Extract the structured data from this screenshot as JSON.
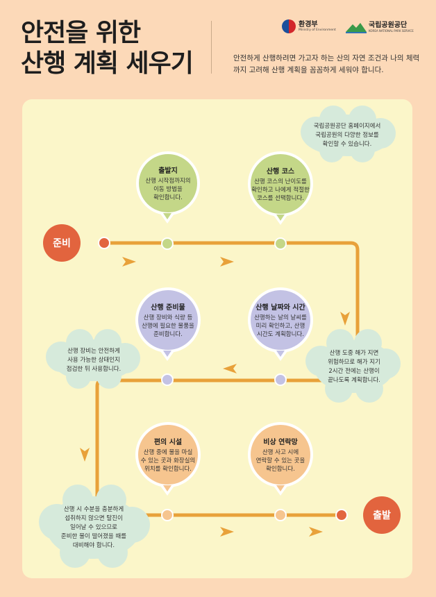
{
  "header": {
    "title_line1": "안전을 위한",
    "title_line2": "산행 계획 세우기",
    "description": "안전하게 산행하려면 가고자 하는 산의 자연 조건과 나의 체력 까지 고려해 산행 계획을 꼼꼼하게 세워야 합니다.",
    "logo_moe_name": "환경부",
    "logo_moe_sub": "Ministry of Environment",
    "logo_knps_name": "국립공원공단",
    "logo_knps_sub": "KOREA NATIONAL PARK SERVICE"
  },
  "start_label": "준비",
  "end_label": "출발",
  "steps": [
    {
      "title": "출발지",
      "body": "산행 시작점까지의\n이동 방법을\n확인합니다."
    },
    {
      "title": "산행 코스",
      "body": "산행 코스의 난이도를\n확인하고 나에게 적절한\n코스를 선택합니다."
    },
    {
      "title": "산행 날짜와 시간",
      "body": "산행하는 날의 날씨를\n미리 확인하고, 산행\n시간도 계획합니다."
    },
    {
      "title": "산행 준비물",
      "body": "산행 장비와 식량 등\n산행에 필요한 물품을\n준비합니다."
    },
    {
      "title": "편의 시설",
      "body": "산행 중에 물을 마실\n수 있는 곳과 화장실의\n위치를 확인합니다."
    },
    {
      "title": "비상 연락망",
      "body": "산행 사고 시에\n연락할 수 있는 곳을\n확인합니다."
    }
  ],
  "notes": [
    {
      "text": "국립공원공단 홈페이지에서\n국립공원의 다양한 정보를\n확인할 수 있습니다."
    },
    {
      "text": "산행 도중 해가 지면\n위험하므로 해가 지기\n2시간 전에는 산행이\n끝나도록 계획합니다."
    },
    {
      "text": "산행 장비는 안전하게\n사용 가능한 상태인지\n점검한 뒤 사용합니다."
    },
    {
      "text": "산행 시 수분을 충분하게\n섭취하지 않으면 탈진이\n일어날 수 있으므로\n준비한 물이 떨어졌을 때를\n대비해야 합니다."
    }
  ],
  "colors": {
    "green": "#c4d788",
    "blue": "#c3c2e4",
    "orange": "#f6c58f",
    "path": "#e8a13a",
    "start": "#e2643e",
    "cloud": "#d6eadb"
  }
}
